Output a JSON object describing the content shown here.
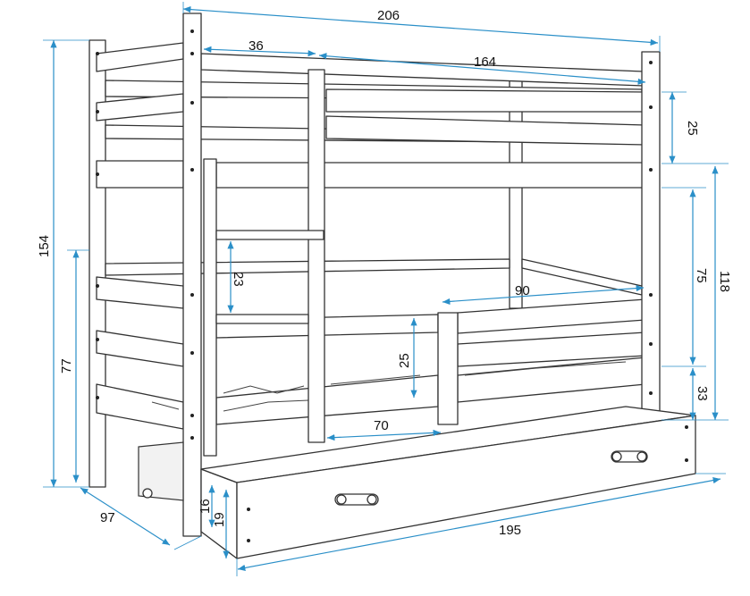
{
  "dimensions": {
    "total_length": "206",
    "ladder_width": "36",
    "upper_opening": "164",
    "top_guard_height": "25",
    "lower_to_upper_height": "118",
    "between_beds_height": "75",
    "lower_bed_height": "33",
    "total_height": "154",
    "lower_post_height": "77",
    "ladder_step": "23",
    "lower_opening": "90",
    "lower_guard_height": "25",
    "lower_guard_gap": "70",
    "drawer_inner_height": "16",
    "drawer_height": "19",
    "drawer_length": "195",
    "depth": "97"
  },
  "colors": {
    "dimension_line": "#2a8fc8",
    "outline": "#333333"
  }
}
